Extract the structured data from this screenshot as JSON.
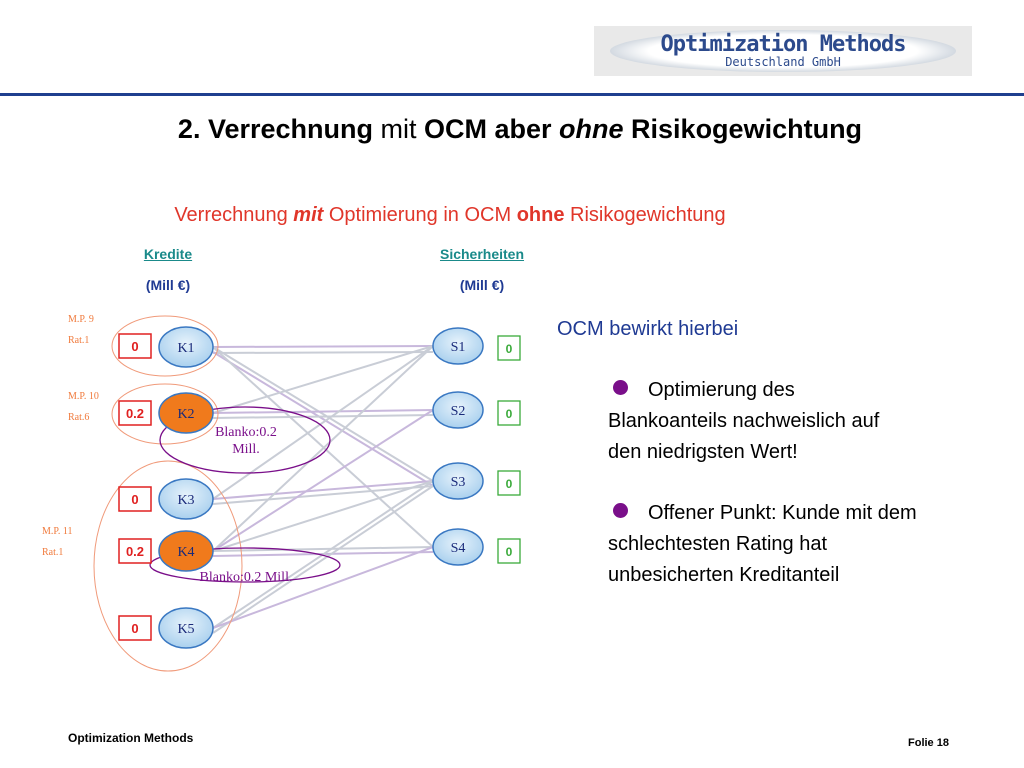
{
  "logo": {
    "line1": "Optimization Methods",
    "line2": "Deutschland GmbH"
  },
  "title": {
    "part1": "2. Verrechnung",
    "part2": " mit ",
    "part3": "OCM aber ",
    "part4": "ohne",
    "part5": " Risikogewichtung"
  },
  "subtitle": {
    "part1": "Verrechnung ",
    "part2": "mit",
    "part3": " Optimierung in OCM ",
    "part4": "ohne",
    "part5": " Risikogewichtung"
  },
  "columns": {
    "credits_label": " Kredite",
    "credits_unit": "(Mill €)",
    "collateral_label": "Sicherheiten",
    "collateral_unit": "(Mill €)"
  },
  "credits": [
    {
      "label": "K1",
      "value": "0",
      "highlight": false
    },
    {
      "label": "K2",
      "value": "0.2",
      "highlight": true
    },
    {
      "label": "K3",
      "value": "0",
      "highlight": false
    },
    {
      "label": "K4",
      "value": "0.2",
      "highlight": true
    },
    {
      "label": "K5",
      "value": "0",
      "highlight": false
    }
  ],
  "collaterals": [
    {
      "label": "S1",
      "value": "0"
    },
    {
      "label": "S2",
      "value": "0"
    },
    {
      "label": "S3",
      "value": "0"
    },
    {
      "label": "S4",
      "value": "0"
    }
  ],
  "groups": [
    {
      "mp": "M.P. 9",
      "rating": "Rat.1"
    },
    {
      "mp": "M.P. 10",
      "rating": "Rat.6"
    },
    {
      "mp": "M.P. 11",
      "rating": "Rat.1"
    }
  ],
  "blanko": [
    "Blanko:0.2",
    "Mill.",
    "Blanko:0.2 Mill."
  ],
  "ocm": {
    "heading": "OCM bewirkt hierbei",
    "bullets": [
      [
        "Optimierung des",
        "Blankoanteils nachweislich auf",
        "den niedrigsten Wert!"
      ],
      [
        "Offener Punkt: Kunde mit dem",
        "schlechtesten Rating hat",
        "unbesicherten Kreditanteil"
      ]
    ]
  },
  "footer": {
    "left": "Optimization Methods",
    "right": "Folie 18"
  },
  "colors": {
    "accent_blue": "#1f3a93",
    "accent_red": "#e0362a",
    "orange_node": "#f07a1c",
    "purple": "#7a0f8a",
    "teal": "#1a8a8a"
  }
}
